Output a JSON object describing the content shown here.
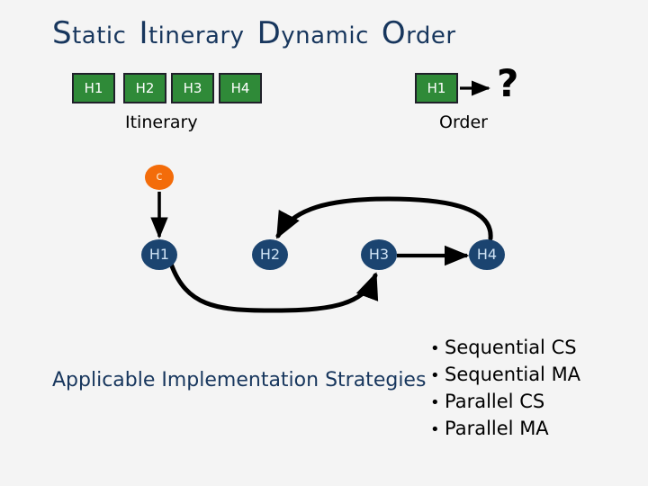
{
  "slide": {
    "background_color": "#f4f4f4",
    "title": {
      "words": [
        {
          "cap": "S",
          "rest": "tatic"
        },
        {
          "cap": "I",
          "rest": "tinerary"
        },
        {
          "cap": "D",
          "rest": "ynamic"
        },
        {
          "cap": "O",
          "rest": "rder"
        }
      ],
      "color": "#17365d"
    },
    "header_boxes": {
      "color": "#2f8a38",
      "border_color": "#20202a",
      "text_color": "#ffffff",
      "left_group": [
        "H1",
        "H2",
        "H3",
        "H4"
      ],
      "right_group": [
        "H1"
      ]
    },
    "section_labels": {
      "itinerary": "Itinerary",
      "order": "Order"
    },
    "question_mark": "?",
    "graph": {
      "node_blue_color": "#1b4470",
      "node_blue_text_color": "#cfe3f5",
      "node_orange_color": "#f36c0a",
      "node_orange_text_color": "#fbe9cf",
      "edge_color": "#000000",
      "nodes": [
        {
          "id": "c",
          "label": "c",
          "type": "start"
        },
        {
          "id": "h1",
          "label": "H1",
          "type": "handler"
        },
        {
          "id": "h2",
          "label": "H2",
          "type": "handler"
        },
        {
          "id": "h3",
          "label": "H3",
          "type": "handler"
        },
        {
          "id": "h4",
          "label": "H4",
          "type": "handler"
        }
      ],
      "edges": [
        {
          "from": "c",
          "to": "h1",
          "shape": "straight-down"
        },
        {
          "from": "h1",
          "to": "h3",
          "shape": "curve-below"
        },
        {
          "from": "h3",
          "to": "h4",
          "shape": "straight-right"
        },
        {
          "from": "h4",
          "to": "h2",
          "shape": "curve-above"
        }
      ]
    },
    "caption": "Applicable Implementation Strategies",
    "strategies": [
      "Sequential CS",
      "Sequential MA",
      "Parallel CS",
      "Parallel MA"
    ],
    "bullet_glyph": "•"
  }
}
